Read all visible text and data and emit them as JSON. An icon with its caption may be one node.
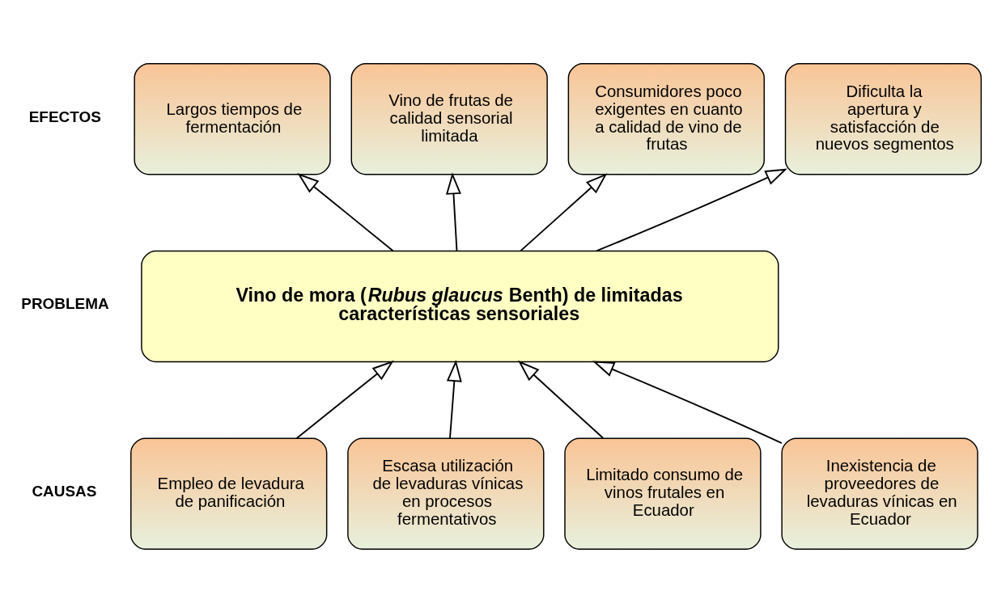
{
  "diagram": {
    "nodes": [
      {
        "text": [
          "Largos tiempos de fermentación"
        ]
      },
      {
        "text": [
          "Vino de frutas de calidad sensorial limitada"
        ]
      },
      {
        "text": [
          "Consumidores poco exigentes en cuanto a calidad de vino de frutas"
        ]
      },
      {
        "text": [
          "Dificulta la apertura y satisfacción de nuevos segmentos"
        ]
      },
      {
        "text": [
          "Vino de mora (*Rubus glaucus* Benth) de limitadas características sensoriales"
        ]
      },
      {
        "text": [
          "Empleo de levadura de panificación"
        ]
      },
      {
        "text": [
          "Escasa utilización de levaduras vínicas en procesos fermentativos"
        ]
      },
      {
        "text": [
          "Limitado consumo de vinos frutales en Ecuador"
        ]
      },
      {
        "text": [
          "Inexistencia de proveedores de levaduras vínicas en Ecuador"
        ]
      }
    ],
    "edges": [
      {
        "from": 4,
        "to": 0,
        "arrow": "to"
      },
      {
        "from": 4,
        "to": 1,
        "arrow": "to"
      },
      {
        "from": 4,
        "to": 2,
        "arrow": "to"
      },
      {
        "from": 4,
        "to": 3,
        "arrow": "to"
      },
      {
        "from": 5,
        "to": 4,
        "arrow": "to"
      },
      {
        "from": 6,
        "to": 4,
        "arrow": "to"
      },
      {
        "from": 7,
        "to": 4,
        "arrow": "to"
      },
      {
        "from": 8,
        "to": 4,
        "arrow": "to"
      }
    ],
    "labels": [
      "EFECTOS",
      "PROBLEMA",
      "CAUSAS"
    ]
  }
}
